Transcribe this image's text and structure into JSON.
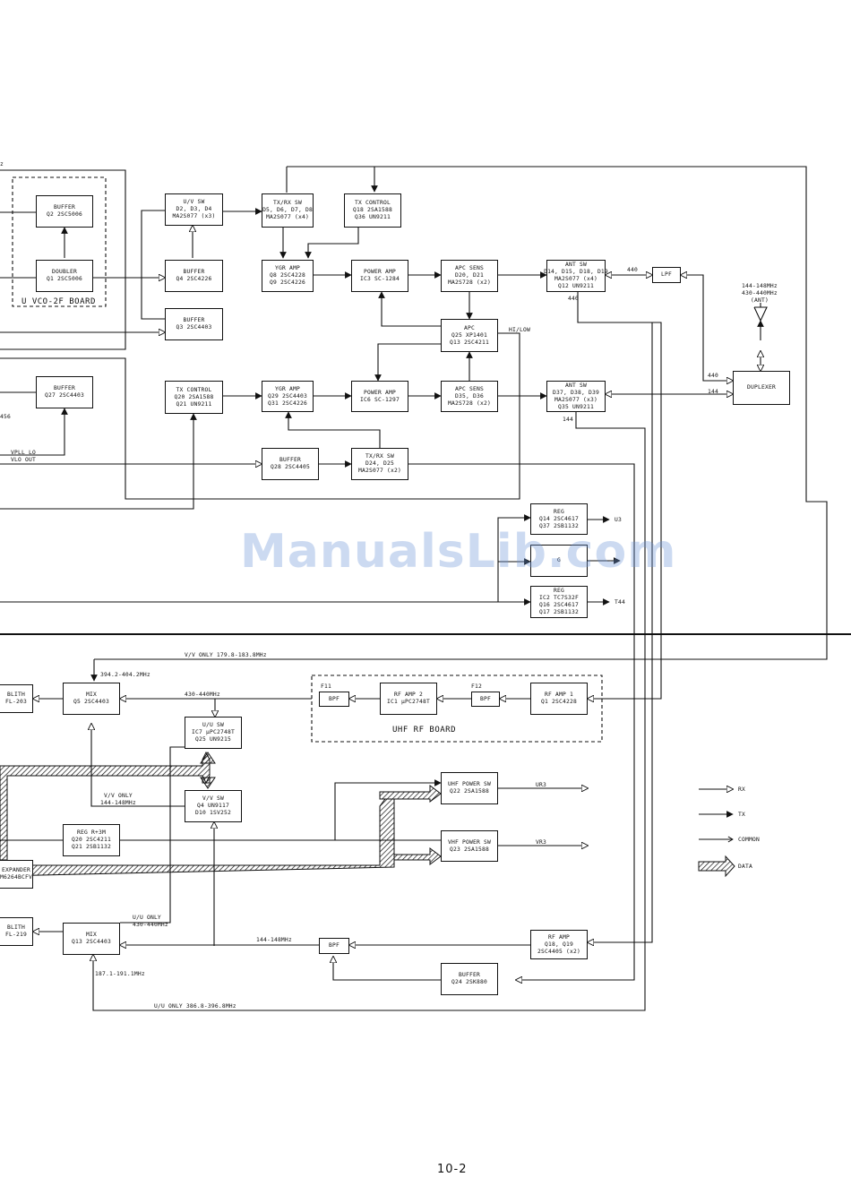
{
  "blocks": {
    "buffer_q2": [
      "BUFFER",
      "Q2 2SC5006"
    ],
    "doubler_q1": [
      "DOUBLER",
      "Q1 2SC5006"
    ],
    "uv_sw": [
      "U/V SW",
      "D2, D3, D4",
      "MA2S077 (x3)"
    ],
    "buffer_q4": [
      "BUFFER",
      "Q4 2SC4226"
    ],
    "buffer_q3": [
      "BUFFER",
      "Q3 2SC4403"
    ],
    "txrx_sw_top": [
      "TX/RX SW",
      "D5, D6, D7, D8",
      "MA2S077 (x4)"
    ],
    "tx_control_top": [
      "TX CONTROL",
      "Q18 2SA1588",
      "Q36 UN9211"
    ],
    "ygr_amp_top": [
      "YGR AMP",
      "Q8 2SC4228",
      "Q9 2SC4226"
    ],
    "power_amp_ic3": [
      "POWER AMP",
      "IC3 SC-1284"
    ],
    "apc_sens_top": [
      "APC SENS",
      "D20, D21",
      "MA2S728 (x2)"
    ],
    "ant_sw_top": [
      "ANT SW",
      "D14, D15, D18, D19",
      "MA2S077 (x4)",
      "Q12 UN9211"
    ],
    "lpf": [
      "LPF"
    ],
    "apc": [
      "APC",
      "Q25 XP1401",
      "Q13 2SC4211"
    ],
    "duplexer": [
      "DUPLEXER"
    ],
    "buffer_q27": [
      "BUFFER",
      "Q27 2SC4403"
    ],
    "tx_control_mid": [
      "TX CONTROL",
      "Q20 2SA1588",
      "Q21 UN9211"
    ],
    "ygr_amp_mid": [
      "YGR AMP",
      "Q29 2SC4403",
      "Q31 2SC4226"
    ],
    "power_amp_ic6": [
      "POWER AMP",
      "IC6 SC-1297"
    ],
    "apc_sens_mid": [
      "APC SENS",
      "D35, D36",
      "MA2S728 (x2)"
    ],
    "ant_sw_mid": [
      "ANT SW",
      "D37, D38, D39",
      "MA2S077 (x3)",
      "Q35 UN9211"
    ],
    "buffer_q28": [
      "BUFFER",
      "Q28 2SC4405"
    ],
    "txrx_sw_mid": [
      "TX/RX SW",
      "D24, D25",
      "MA2S077 (x2)"
    ],
    "reg_u3": [
      "REG",
      "Q14 2SC4617",
      "Q37 2SB1132"
    ],
    "reg_g": [
      "G"
    ],
    "reg_t44": [
      "REG",
      "IC2 TC7S32F",
      "Q16 2SC4617",
      "Q17 2SB1132"
    ],
    "filter_top": [
      "BLITH",
      "FL-203"
    ],
    "mix_q5": [
      "MIX",
      "Q5 2SC4403"
    ],
    "bpf_f11": [
      "BPF"
    ],
    "rf_amp2": [
      "RF AMP 2",
      "IC1 μPC2748T"
    ],
    "bpf_f12": [
      "BPF"
    ],
    "rf_amp1": [
      "RF AMP 1",
      "Q1 2SC4228"
    ],
    "uu_sw": [
      "U/U SW",
      "IC7 μPC2748T",
      "Q25 UN9215"
    ],
    "vv_sw": [
      "V/V SW",
      "Q4 UN9117",
      "D10 1SV252"
    ],
    "reg_r3m": [
      "REG R+3M",
      "Q20 2SC4211",
      "Q21 2SB1132"
    ],
    "uhf_power_sw": [
      "UHF POWER SW",
      "Q22 2SA1588"
    ],
    "vhf_power_sw": [
      "VHF POWER SW",
      "Q23 2SA1588"
    ],
    "expander": [
      "EXPANDER",
      "M6264BCFV"
    ],
    "filter_bottom": [
      "BLITH",
      "FL-219"
    ],
    "mix_q13": [
      "MIX",
      "Q13 2SC4403"
    ],
    "bpf_bottom": [
      "BPF"
    ],
    "rf_amp_q18": [
      "RF AMP",
      "Q18, Q19",
      "2SC4405 (x2)"
    ],
    "buffer_q24": [
      "BUFFER",
      "Q24 2SK880"
    ]
  },
  "labels": {
    "u_vco_board": "U VCO-2F BOARD",
    "uhf_rf_board": "UHF RF BOARD",
    "f11": "F11",
    "f12": "F12",
    "hi_low": "HI/LOW",
    "n440_a": "440",
    "n440_b": "440",
    "n440_c": "440",
    "n144_a": "144",
    "n144_b": "144",
    "ant_freq1": "144-148MHz",
    "ant_freq2": "430-440MHz",
    "ant_name": "(ANT)",
    "u3": "U3",
    "t44": "T44",
    "vpll_lo": "VPLL LO",
    "vlo_out": "VLO OUT",
    "frag_z": "z",
    "frag_456": "456",
    "vv_only_top": "V/V ONLY 179.8-183.8MHz",
    "freq_394": "394.2-404.2MHz",
    "freq_430": "430-440MHz",
    "vv_only_mid1": "V/V ONLY",
    "vv_only_mid2": "144-148MHz",
    "uu_only_1": "U/U ONLY",
    "uu_only_2": "430-440MHz",
    "freq_144": "144-148MHz",
    "freq_187": "187.1-191.1MHz",
    "uu_only_bottom": "U/U ONLY 386.8-396.8MHz",
    "ur3": "UR3",
    "vr3": "VR3",
    "legend_rx": "RX",
    "legend_tx": "TX",
    "legend_common": "COMMON",
    "legend_data": "DATA",
    "page_number": "10-2",
    "watermark": "ManualsLib.com"
  }
}
